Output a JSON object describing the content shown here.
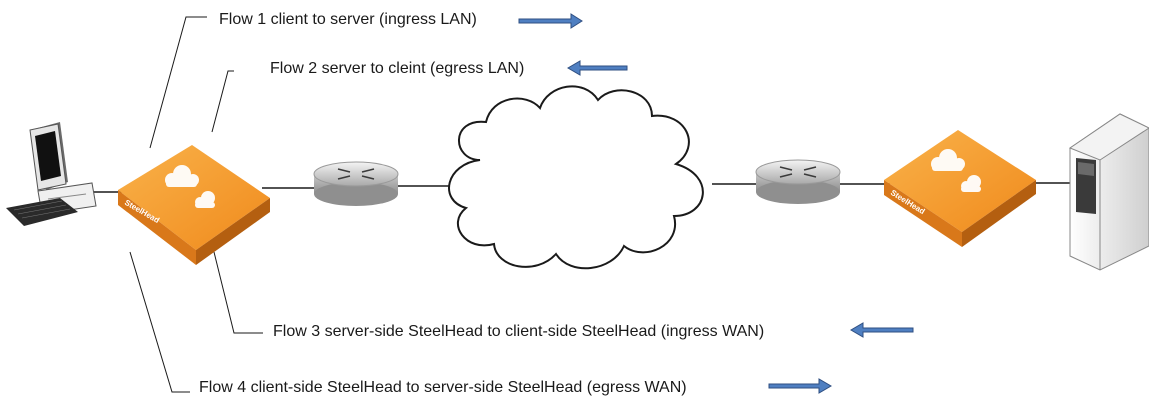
{
  "flows": [
    {
      "label": "Flow 1 client to server (ingress LAN)",
      "arrow": "right"
    },
    {
      "label": "Flow 2 server to cleint (egress LAN)",
      "arrow": "left"
    },
    {
      "label": "Flow 3 server-side SteelHead to client-side SteelHead (ingress WAN)",
      "arrow": "left"
    },
    {
      "label": "Flow 4 client-side SteelHead to server-side SteelHead (egress WAN)",
      "arrow": "right"
    }
  ],
  "devices": {
    "client_steelhead_label": "SteelHead",
    "server_steelhead_label": "SteelHead"
  },
  "colors": {
    "steelhead_orange": "#f39a2e",
    "steelhead_dark": "#d9781a",
    "arrow_blue": "#4f7fc1",
    "arrow_outline": "#2f4f82",
    "line": "#1a1a1a"
  }
}
